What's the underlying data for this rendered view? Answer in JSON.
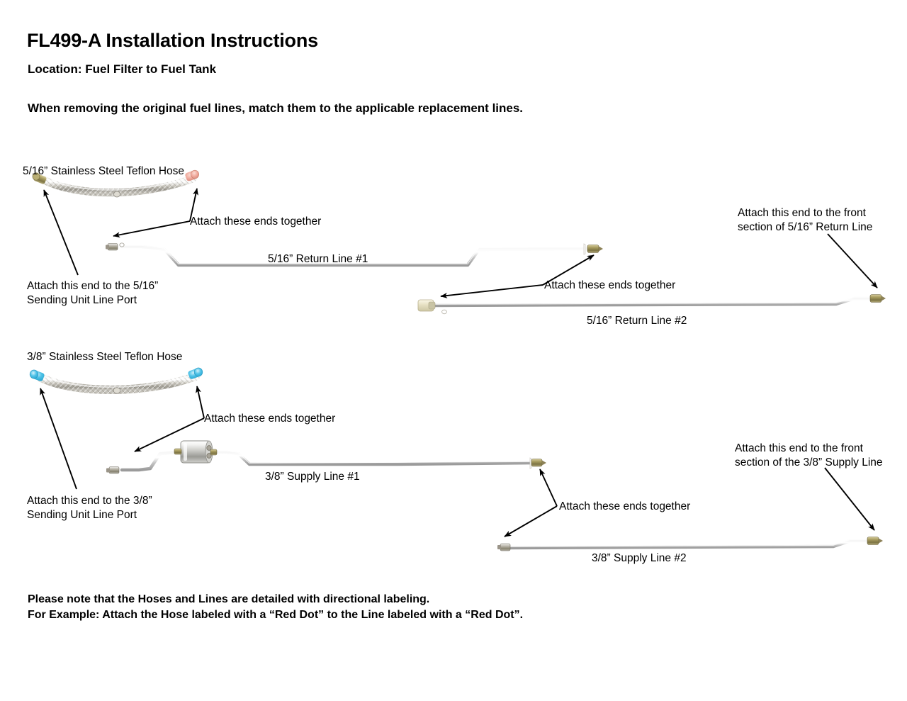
{
  "document": {
    "title": "FL499-A Installation Instructions",
    "location": "Location: Fuel Filter to Fuel Tank",
    "instruction": "When removing the original fuel lines, match them to the applicable replacement lines."
  },
  "section_516": {
    "hose_label": "5/16” Stainless Steel Teflon Hose",
    "attach_ends_together_top": "Attach these ends together",
    "line1_label": "5/16” Return Line #1",
    "sending_unit_note": "Attach this end to the 5/16”\nSending Unit Line Port",
    "attach_ends_together_mid": "Attach these ends together",
    "line2_label": "5/16” Return Line #2",
    "front_section_note": "Attach this end to the front\nsection of 5/16” Return Line",
    "marker_color": "#f0a99c",
    "marker_name": "Red Dot",
    "fitting_color": "#a49a52"
  },
  "section_38": {
    "hose_label": "3/8” Stainless Steel Teflon Hose",
    "attach_ends_together_top": "Attach these ends together",
    "line1_label": "3/8” Supply Line #1",
    "sending_unit_note": "Attach this end to the 3/8”\nSending Unit Line Port",
    "attach_ends_together_mid": "Attach these ends together",
    "line2_label": "3/8” Supply Line #2",
    "front_section_note": "Attach this end to the front\nsection of the 3/8” Supply Line",
    "marker_color": "#4fc3e8",
    "marker_name": "Blue Dot",
    "fitting_color": "#9a9488"
  },
  "footer": {
    "note_line1": "Please note that the Hoses and Lines are detailed with directional labeling.",
    "note_line2": "For Example: Attach the Hose labeled with a “Red Dot” to the Line labeled with a “Red Dot”."
  },
  "colors": {
    "tube_light": "#e8e8e8",
    "tube_mid": "#bdbdbd",
    "tube_dark": "#8f8f8f",
    "brass": "#8d8258",
    "chrome": "#d9d9d9",
    "arrow": "#000000",
    "background": "#ffffff"
  }
}
